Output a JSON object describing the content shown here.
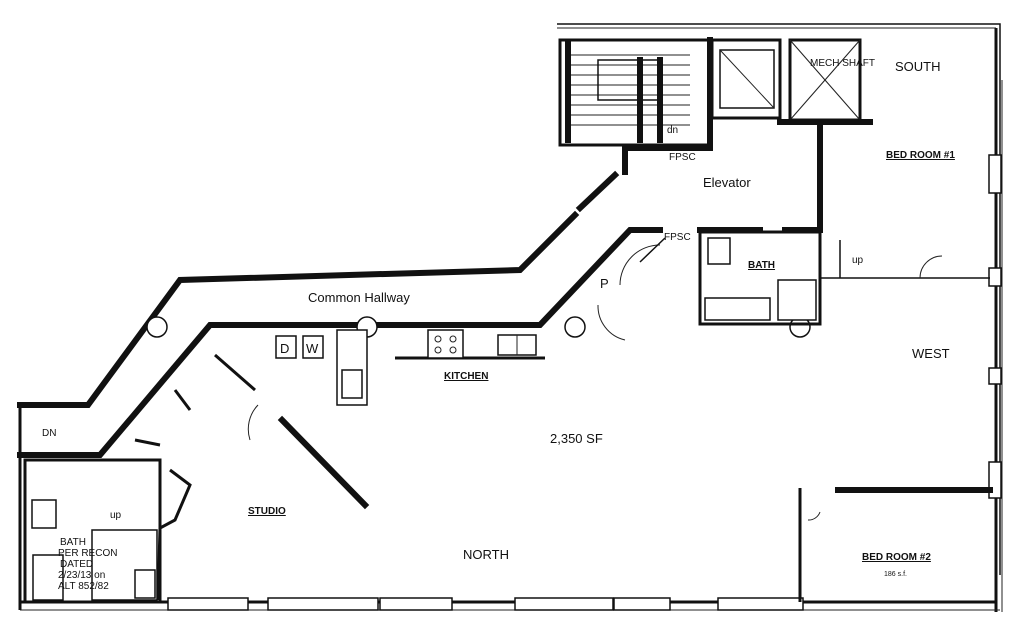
{
  "labels": {
    "south": "SOUTH",
    "bedroom1": "BED ROOM #1",
    "elevator": "Elevator",
    "fpsc_top": "FPSC",
    "fpsc_mid": "FPSC",
    "mech_shaft": "MECH SHAFT",
    "stair_dn": "dn",
    "common_hallway": "Common Hallway",
    "bath_top": "BATH",
    "up_right": "up",
    "west": "WEST",
    "kitchen": "KITCHEN",
    "d": "D",
    "w": "W",
    "area": "2,350 SF",
    "dn_left": "DN",
    "studio": "STUDIO",
    "north": "NORTH",
    "bedroom2": "BED ROOM #2",
    "bedroom2_size": "186 s.f.",
    "up_left": "up",
    "bath_note_1": "BATH",
    "bath_note_2": "PER RECON",
    "bath_note_3": "DATED",
    "bath_note_4": "2/23/13 on",
    "bath_note_5": "ALT 852/82",
    "door_p": "P"
  },
  "icons": {
    "column": "column-icon",
    "toilet": "toilet-icon",
    "stove": "stove-icon",
    "sink": "sink-icon",
    "door_swing": "door-swing-icon",
    "stair": "stair-icon",
    "elevator_car": "elevator-car-icon"
  }
}
